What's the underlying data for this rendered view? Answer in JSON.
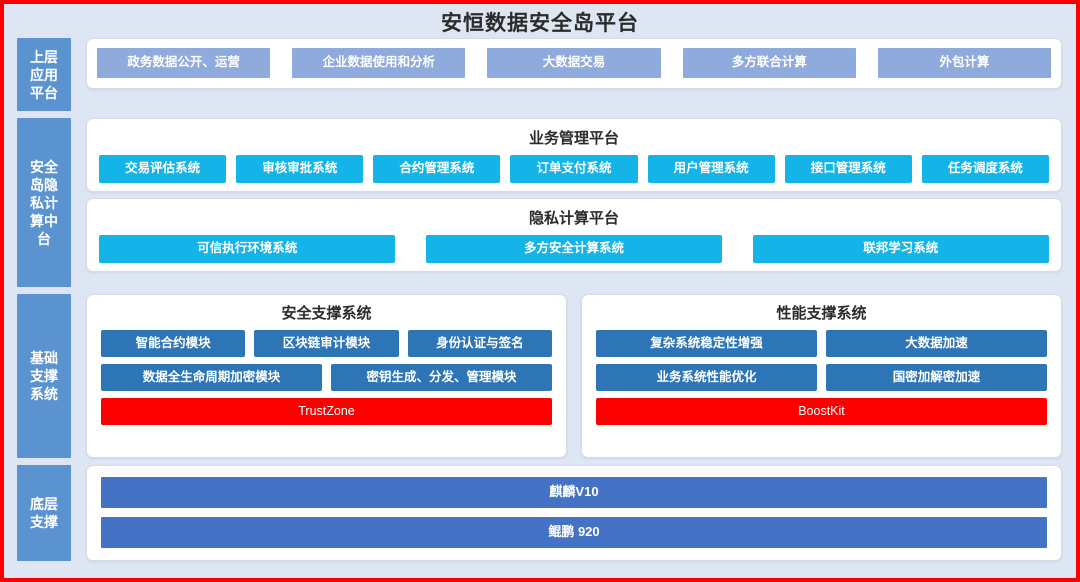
{
  "page": {
    "title": "安恒数据安全岛平台",
    "border_color": "#fc0000",
    "background_color": "#dde6f2"
  },
  "tiers": [
    {
      "key": "application",
      "label": "上层应用平台",
      "label_color": "#5b93d1",
      "chip_color": "#8faadc",
      "items": [
        "政务数据公开、运营",
        "企业数据使用和分析",
        "大数据交易",
        "多方联合计算",
        "外包计算"
      ]
    },
    {
      "key": "midplatform",
      "label": "安全岛隐私计算中台",
      "label_color": "#5b93d1",
      "chip_color": "#14b4e9",
      "panels": [
        {
          "title": "业务管理平台",
          "items": [
            "交易评估系统",
            "审核审批系统",
            "合约管理系统",
            "订单支付系统",
            "用户管理系统",
            "接口管理系统",
            "任务调度系统"
          ]
        },
        {
          "title": "隐私计算平台",
          "items": [
            "可信执行环境系统",
            "多方安全计算系统",
            "联邦学习系统"
          ]
        }
      ]
    },
    {
      "key": "foundation",
      "label": "基础支撑系统",
      "label_color": "#5b93d1",
      "chip_color": "#2e75b6",
      "panels": [
        {
          "title": "安全支撑系统",
          "row1": [
            "智能合约模块",
            "区块链审计模块",
            "身份认证与签名"
          ],
          "row2": [
            "数据全生命周期加密模块",
            "密钥生成、分发、管理模块"
          ],
          "banner": "TrustZone",
          "banner_color": "#fc0000"
        },
        {
          "title": "性能支撑系统",
          "row1": [
            "复杂系统稳定性增强",
            "大数据加速"
          ],
          "row2": [
            "业务系统性能优化",
            "国密加解密加速"
          ],
          "banner": "BoostKit",
          "banner_color": "#fc0000"
        }
      ]
    },
    {
      "key": "bottom",
      "label": "底层支撑",
      "label_color": "#5b93d1",
      "chip_color": "#4472c4",
      "items": [
        "麒麟V10",
        "鲲鹏 920"
      ]
    }
  ]
}
